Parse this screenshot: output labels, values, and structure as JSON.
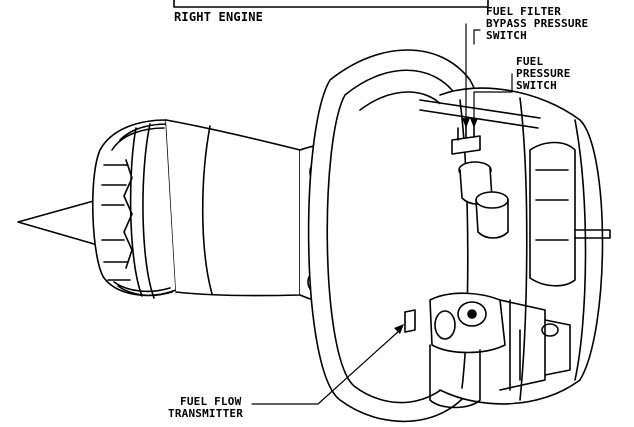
{
  "diagram": {
    "title": "RIGHT ENGINE",
    "callouts": {
      "fuel_filter_bypass_line1": "FUEL FILTER",
      "fuel_filter_bypass_line2": "BYPASS PRESSURE",
      "fuel_filter_bypass_line3": "SWITCH",
      "fuel_pressure_line1": "FUEL",
      "fuel_pressure_line2": "PRESSURE",
      "fuel_pressure_line3": "SWITCH",
      "fuel_flow_line1": "FUEL FLOW",
      "fuel_flow_line2": "TRANSMITTER"
    }
  }
}
